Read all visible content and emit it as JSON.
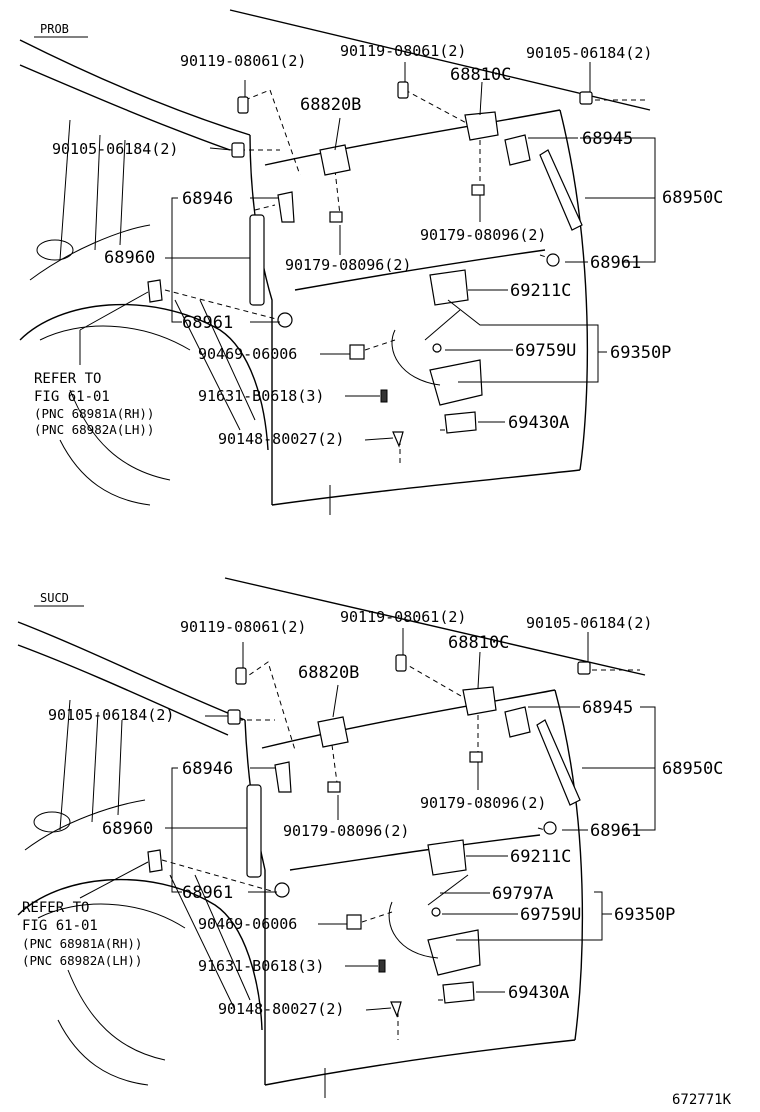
{
  "diagrams": [
    {
      "variant_tag": "PROB",
      "refer": {
        "line1": "REFER TO",
        "line2": "FIG 61-01",
        "pnc1": "(PNC 68981A(RH))",
        "pnc2": "(PNC 68982A(LH))"
      },
      "labels": {
        "bolt_a": "90119-08061(2)",
        "bolt_b": "90119-08061(2)",
        "bolt_c": "90105-06184(2)",
        "bolt_d": "90105-06184(2)",
        "hinge_r": "68810C",
        "hinge_l": "68820B",
        "bracket_r": "68945",
        "stay_r": "68950C",
        "bracket_l": "68946",
        "nut_r": "90179-08096(2)",
        "nut_l": "90179-08096(2)",
        "stay_l": "68960",
        "ball_r": "68961",
        "ball_l": "68961",
        "lock": "69211C",
        "clip": "90469-06006",
        "cable": "69759U",
        "assy": "69350P",
        "screw": "91631-B0618(3)",
        "screw2": "90148-80027(2)",
        "handle": "69430A"
      }
    },
    {
      "variant_tag": "SUCD",
      "refer": {
        "line1": "REFER TO",
        "line2": "FIG 61-01",
        "pnc1": "(PNC 68981A(RH))",
        "pnc2": "(PNC 68982A(LH))"
      },
      "labels": {
        "bolt_a": "90119-08061(2)",
        "bolt_b": "90119-08061(2)",
        "bolt_c": "90105-06184(2)",
        "bolt_d": "90105-06184(2)",
        "hinge_r": "68810C",
        "hinge_l": "68820B",
        "bracket_r": "68945",
        "stay_r": "68950C",
        "bracket_l": "68946",
        "nut_r": "90179-08096(2)",
        "nut_l": "90179-08096(2)",
        "stay_l": "68960",
        "ball_r": "68961",
        "ball_l": "68961",
        "lock": "69211C",
        "rod": "69797A",
        "clip": "90469-06006",
        "cable": "69759U",
        "assy": "69350P",
        "screw": "91631-B0618(3)",
        "screw2": "90148-80027(2)",
        "handle": "69430A"
      }
    }
  ],
  "figure_code": "672771K"
}
